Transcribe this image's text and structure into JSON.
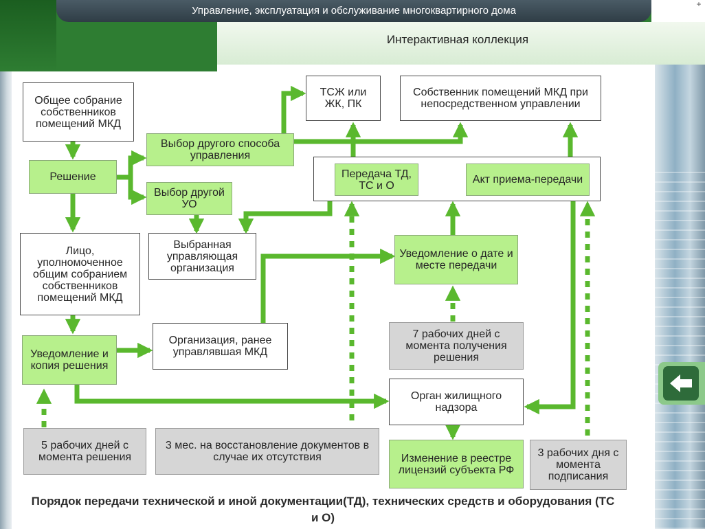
{
  "header": {
    "title": "Управление, эксплуатация и обслуживание многоквартирного дома",
    "subtitle": "Интерактивная коллекция",
    "corner_icon": "plus-icon"
  },
  "colors": {
    "green_fill": "#b7f08c",
    "arrow_green": "#5ab82e",
    "gray_fill": "#d6d6d6",
    "header_dark": "#2f3d46",
    "band_green": "#2e7d32"
  },
  "nav": {
    "back_icon": "arrow-left-icon"
  },
  "diagram": {
    "nodes": {
      "general_meeting": "Общее собрание собственников помещений МКД",
      "decision": "Решение",
      "choose_other_method": "Выбор другого способа управления",
      "choose_other_uo": "Выбор другой УО",
      "tszh": "ТСЖ или ЖК, ПК",
      "owner_direct": "Собственник помещений МКД при непосредственном управлении",
      "transfer": "Передача ТД, ТС и О",
      "act": "Акт приема-передачи",
      "authorized_person": "Лицо, уполномоченное общим собранием собственников помещений МКД",
      "chosen_org": "Выбранная управляющая организация",
      "notice_date": "Уведомление о дате и месте передачи",
      "notice_copy": "Уведомление и копия решения",
      "prev_org": "Организация, ранее управлявшая МКД",
      "seven_days": "7 рабочих дней с момента получения решения",
      "inspection": "Орган жилищного надзора",
      "five_days": "5 рабочих дней с момента решения",
      "three_months": "3 мес. на восстановление документов в случае их отсутствия",
      "registry_change": "Изменение в реестре лицензий субъекта РФ",
      "three_days": "3 рабочих дня с момента подписания"
    }
  },
  "caption": "Порядок передачи технической и иной документации(ТД), технических средств и оборудования (ТС и О)"
}
